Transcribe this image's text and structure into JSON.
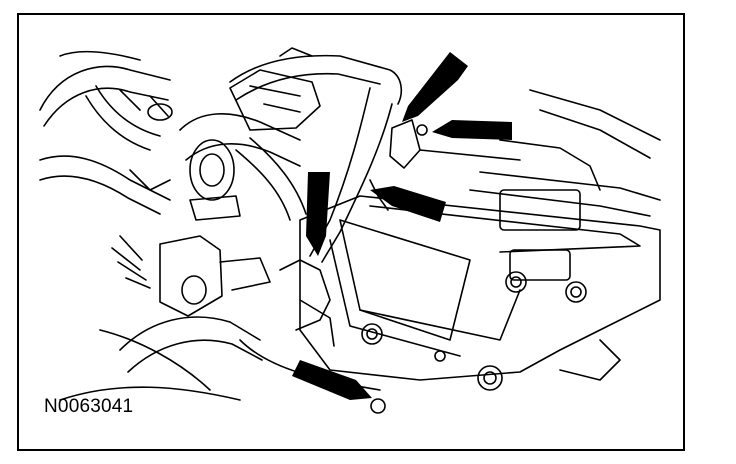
{
  "figure": {
    "id_label": "N0063041"
  },
  "colors": {
    "ink": "#000000",
    "paper": "#ffffff"
  },
  "arrows": [
    {
      "points_toward": "upper-connector"
    },
    {
      "points_toward": "upper-fastener"
    },
    {
      "points_toward": "bracket"
    },
    {
      "points_toward": "left-connector"
    },
    {
      "points_toward": "lower-bolt"
    }
  ]
}
